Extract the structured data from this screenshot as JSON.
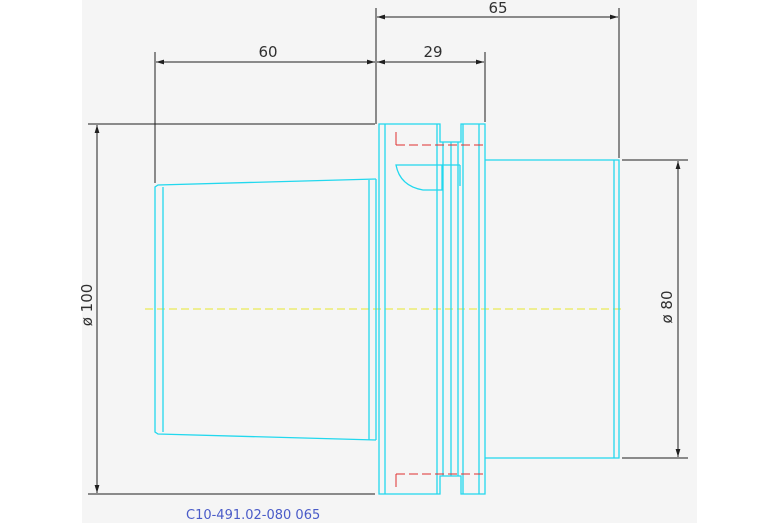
{
  "dimensions": {
    "overall_length": "65",
    "taper_length": "60",
    "flange_length": "29",
    "flange_diameter": "ø 100",
    "shank_diameter": "ø 80"
  },
  "part_number": "C10-491.02-080 065",
  "colors": {
    "background": "#f5f5f5",
    "outline": "#22d8ee",
    "dimension": "#202020",
    "centerline": "#e8e830",
    "hidden": "#e03030",
    "part_text": "#4a5bc8"
  }
}
